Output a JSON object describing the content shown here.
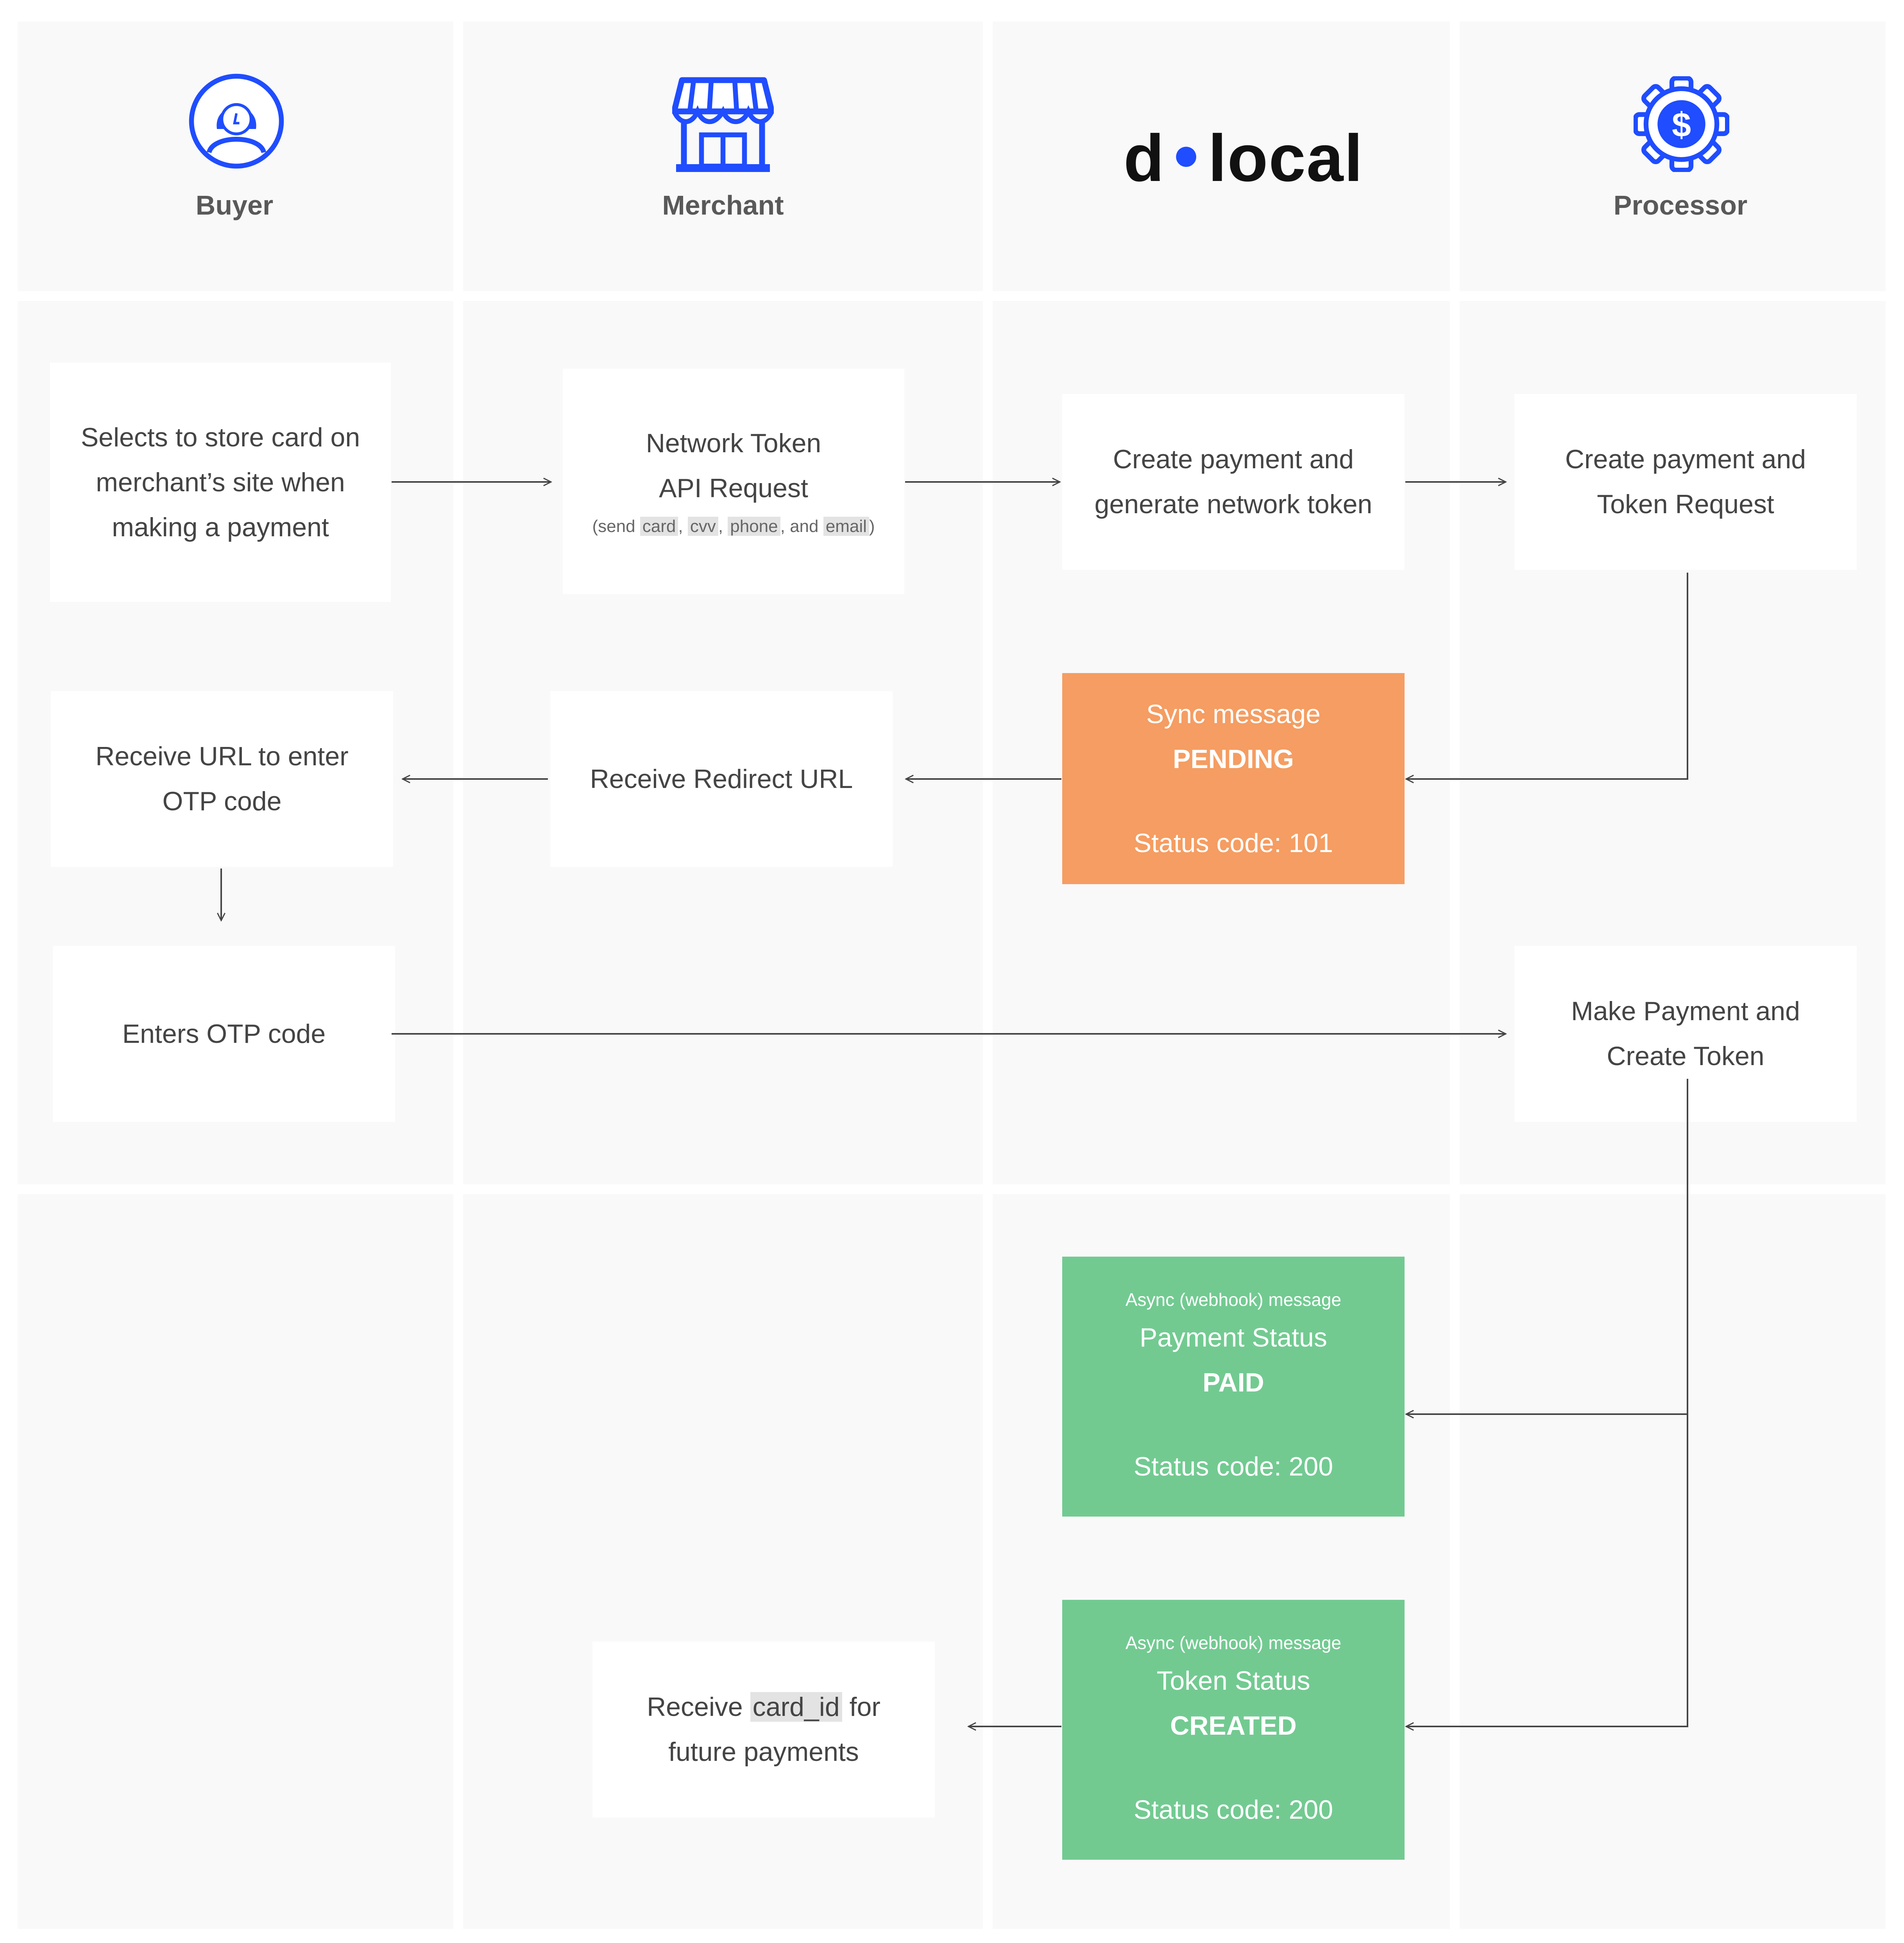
{
  "lanes": [
    {
      "name": "Buyer",
      "icon": "buyer-avatar-icon"
    },
    {
      "name": "Merchant",
      "icon": "storefront-icon"
    },
    {
      "name": "",
      "logo": {
        "left": "d",
        "right": "local"
      }
    },
    {
      "name": "Processor",
      "icon": "gear-dollar-icon"
    }
  ],
  "colors": {
    "lane_bg": "#f9f9f9",
    "accent_blue": "#1f4dff",
    "pending": "#f59d62",
    "success": "#72ca91",
    "arrow": "#444444"
  },
  "nodes": {
    "buyer_select": {
      "line1": "Selects to store card on",
      "line2": "merchant’s site when",
      "line3": "making a payment"
    },
    "merchant_request": {
      "line1": "Network Token",
      "line2": "API Request",
      "note_prefix": "(send ",
      "field_card": "card",
      "sep1": ", ",
      "field_cvv": "cvv",
      "sep2": ", ",
      "field_phone": "phone",
      "sep3": ", and ",
      "field_email": "email",
      "note_suffix": ")"
    },
    "dlocal_create": {
      "line1": "Create payment and",
      "line2": "generate network token"
    },
    "processor_request": {
      "line1": "Create payment and",
      "line2": "Token Request"
    },
    "buyer_receive_url": {
      "line1": "Receive URL to enter",
      "line2": "OTP code"
    },
    "merchant_redirect": {
      "line1": "Receive Redirect URL"
    },
    "sync_pending": {
      "line1": "Sync message",
      "line2": "PENDING",
      "line3": "Status code: 101"
    },
    "buyer_enter_otp": {
      "line1": "Enters OTP code"
    },
    "processor_make_payment": {
      "line1": "Make Payment and",
      "line2": "Create Token"
    },
    "async_paid": {
      "tag": "Async (webhook) message",
      "line1": "Payment Status",
      "line2": "PAID",
      "line3": "Status code: 200"
    },
    "async_created": {
      "tag": "Async (webhook) message",
      "line1": "Token Status",
      "line2": "CREATED",
      "line3": "Status code: 200"
    },
    "merchant_card_id": {
      "prefix": "Receive ",
      "field": "card_id",
      "suffix": " for",
      "line2": "future payments"
    }
  }
}
